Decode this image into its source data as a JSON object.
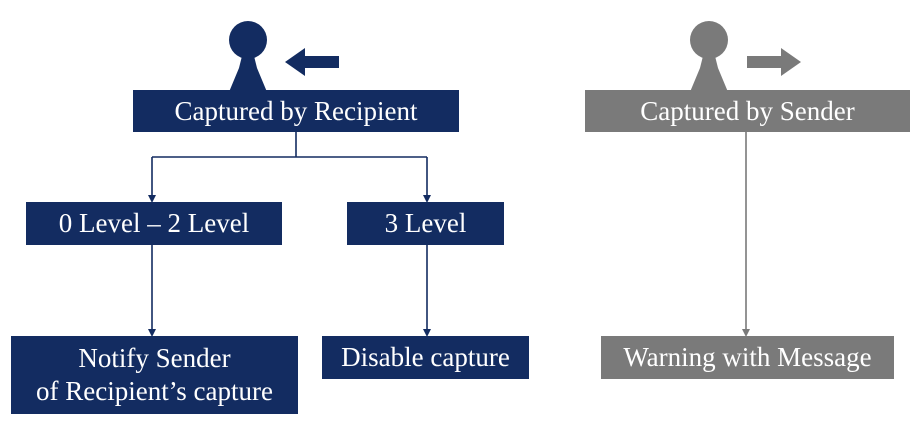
{
  "colors": {
    "recipient": "#132c61",
    "sender": "#7a7a7a",
    "background": "#ffffff"
  },
  "recipient_branch": {
    "icon": "person-icon",
    "arrow_icon": "arrow-left-icon",
    "header": "Captured by Recipient",
    "level_low": "0 Level – 2 Level",
    "level_high": "3 Level",
    "notify_line1": "Notify Sender",
    "notify_line2": "of Recipient’s capture",
    "disable": "Disable capture"
  },
  "sender_branch": {
    "icon": "person-icon",
    "arrow_icon": "arrow-right-icon",
    "header": "Captured by Sender",
    "warning": "Warning with Message"
  }
}
